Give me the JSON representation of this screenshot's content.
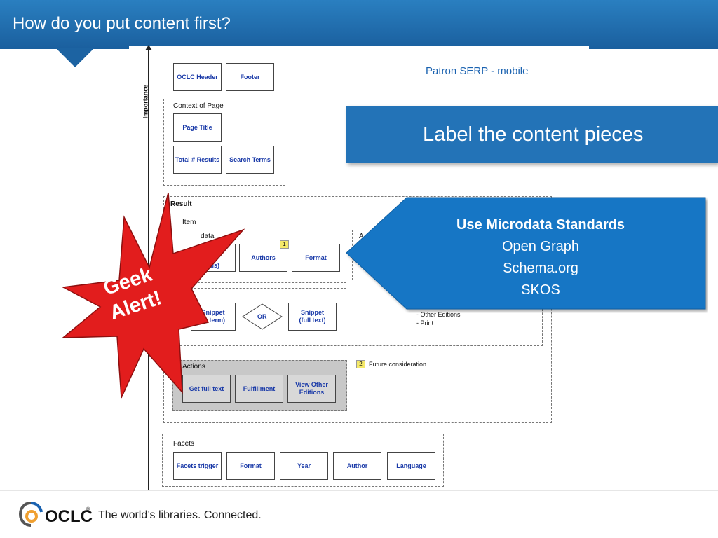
{
  "header": {
    "title": "How do you put content first?"
  },
  "wireframe": {
    "axis_label": "Importance",
    "patron_title": "Patron SERP - mobile",
    "oclc_header": "OCLC Header",
    "footer": "Footer",
    "context_of_page": "Context of Page",
    "page_title": "Page Title",
    "total_results": "Total # Results",
    "search_terms": "Search Terms",
    "result": "Result",
    "item": "Item",
    "data": "data",
    "cover_fragment": "e\nore\nails)",
    "authors": "Authors",
    "format": "Format",
    "a_fragment": "A",
    "badge_1": "1",
    "snippet_term": "Snippet\nor term)",
    "or": "OR",
    "snippet_full": "Snippet\n(full text)",
    "other_editions": "- Other Editions",
    "print": "- Print",
    "badge_2": "2",
    "future": "Future consideration",
    "actions": "Actions",
    "get_full_text": "Get full text",
    "fulfillment": "Fulfillment",
    "view_other_editions": "View Other Editions",
    "facets": "Facets",
    "facets_trigger": "Facets trigger",
    "facet_format": "Format",
    "facet_year": "Year",
    "facet_author": "Author",
    "facet_language": "Language"
  },
  "label_box": {
    "text": "Label the content pieces"
  },
  "callout": {
    "title": "Use Microdata Standards",
    "items": [
      "Open Graph",
      "Schema.org",
      "SKOS"
    ],
    "color": "#1776c5"
  },
  "geek_alert": {
    "line1": "Geek",
    "line2": "Alert!",
    "color": "#e21d1d"
  },
  "footer": {
    "logo_text": "OCLC",
    "trademark": "®",
    "tagline": "The world’s libraries. Connected."
  },
  "colors": {
    "header": "#2373b7",
    "accent": "#1a62b0"
  }
}
